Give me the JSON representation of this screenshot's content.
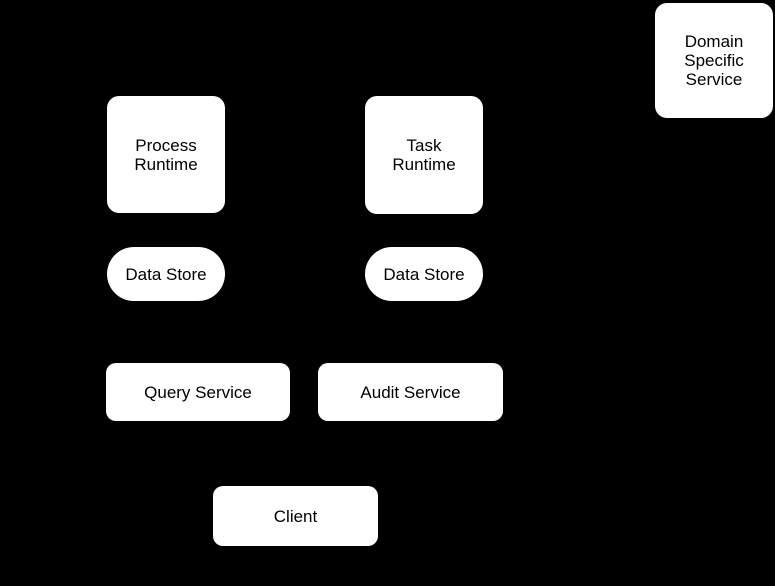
{
  "diagram": {
    "background_color": "#000000",
    "node_fill_color": "#ffffff",
    "node_text_color": "#000000",
    "nodes": {
      "domain_specific_service": {
        "label": "Domain\nSpecific\nService",
        "shape": "rounded-square"
      },
      "process_runtime": {
        "label": "Process\nRuntime",
        "shape": "rounded-square"
      },
      "task_runtime": {
        "label": "Task\nRuntime",
        "shape": "rounded-square"
      },
      "data_store_left": {
        "label": "Data Store",
        "shape": "pill"
      },
      "data_store_right": {
        "label": "Data Store",
        "shape": "pill"
      },
      "query_service": {
        "label": "Query Service",
        "shape": "rounded-rect"
      },
      "audit_service": {
        "label": "Audit Service",
        "shape": "rounded-rect"
      },
      "client": {
        "label": "Client",
        "shape": "rounded-rect"
      }
    }
  }
}
